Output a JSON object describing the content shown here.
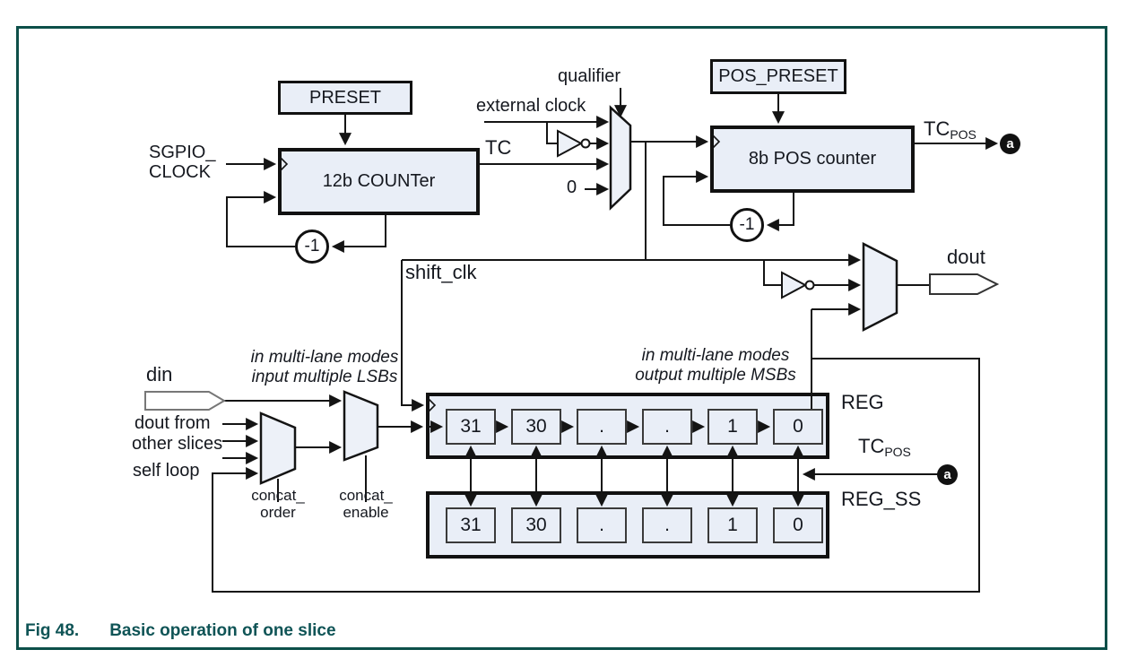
{
  "figure": {
    "caption_label": "Fig 48.",
    "caption_text": "Basic operation of one slice"
  },
  "blocks": {
    "preset": "PRESET",
    "counter12": "12b COUNTer",
    "pos_preset": "POS_PRESET",
    "pos_counter": "8b POS counter",
    "reg_label": "REG",
    "reg_ss_label": "REG_SS"
  },
  "signals": {
    "sgpio_line1": "SGPIO_",
    "sgpio_line2": "CLOCK",
    "tc": "TC",
    "qualifier": "qualifier",
    "external_clock": "external clock",
    "zero": "0",
    "shift_clk": "shift_clk",
    "tc_pos_base": "TC",
    "tc_pos_sub": "POS",
    "dout": "dout",
    "din": "din",
    "dout_from": "dout from",
    "other_slices": "other slices",
    "self_loop": "self loop",
    "concat_order_l1": "concat_",
    "concat_order_l2": "order",
    "concat_enable_l1": "concat_",
    "concat_enable_l2": "enable",
    "minus_one": "-1",
    "a_marker": "a"
  },
  "annotations": {
    "in_l1": "in multi-lane modes",
    "in_l2": "input multiple LSBs",
    "out_l1": "in multi-lane modes",
    "out_l2": "output multiple MSBs"
  },
  "reg_cells": [
    "31",
    "30",
    ".",
    ".",
    "1",
    "0"
  ],
  "colors": {
    "frame": "#0d4f49",
    "caption": "#0f5456",
    "box_fill": "#e9eef7",
    "line": "#141414"
  }
}
